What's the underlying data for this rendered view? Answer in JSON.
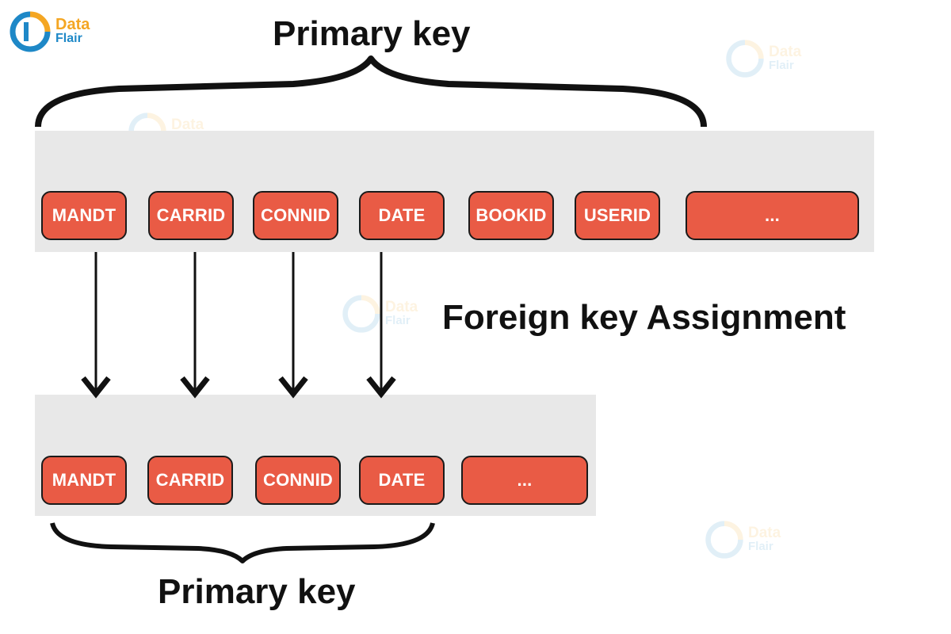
{
  "colors": {
    "band": "#e8e8e8",
    "field": "#e95b45",
    "field_border": "#1a1a1a",
    "arrow": "#111111",
    "brand_orange": "#f4a623",
    "brand_blue": "#1e88c7"
  },
  "brand": {
    "icon": "dataflair-logo-icon",
    "line1": "Data",
    "line2": "Flair"
  },
  "watermark": {
    "line1": "Data",
    "line2": "Flair"
  },
  "top_title": "Primary key",
  "bottom_title": "Primary key",
  "foreign_key_label": "Foreign key Assignment",
  "top_table": {
    "fields": [
      "MANDT",
      "CARRID",
      "CONNID",
      "DATE",
      "BOOKID",
      "USERID",
      "..."
    ]
  },
  "bottom_table": {
    "fields": [
      "MANDT",
      "CARRID",
      "CONNID",
      "DATE",
      "..."
    ]
  },
  "diagram": {
    "nodes": [
      {
        "id": "top-mandt"
      },
      {
        "id": "top-carrid"
      },
      {
        "id": "top-connid"
      },
      {
        "id": "top-date"
      },
      {
        "id": "bottom-mandt"
      },
      {
        "id": "bottom-carrid"
      },
      {
        "id": "bottom-connid"
      },
      {
        "id": "bottom-date"
      }
    ],
    "edges": [
      {
        "from": "top-mandt",
        "to": "bottom-mandt"
      },
      {
        "from": "top-carrid",
        "to": "bottom-carrid"
      },
      {
        "from": "top-connid",
        "to": "bottom-connid"
      },
      {
        "from": "top-date",
        "to": "bottom-date"
      }
    ]
  }
}
